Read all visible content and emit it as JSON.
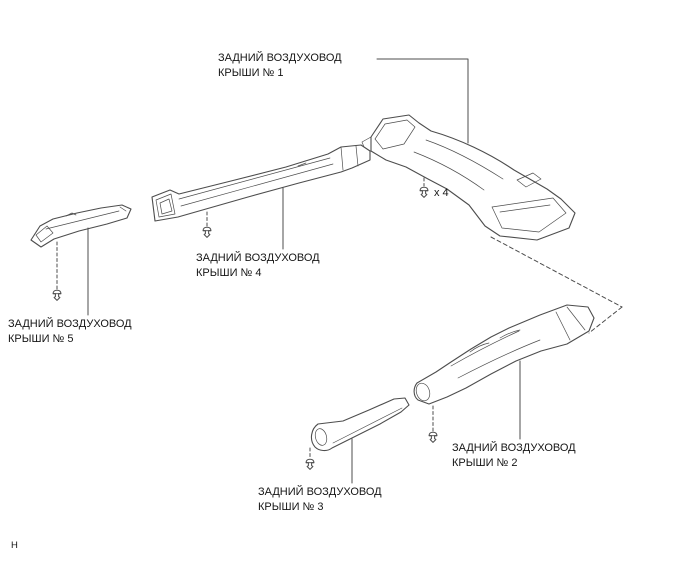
{
  "page": {
    "background": "#ffffff",
    "line_color": "#4d4d4d",
    "text_color": "#161616",
    "footer_mark": "H"
  },
  "icons": {
    "fastener": "push-clip-icon"
  },
  "labels": {
    "duct1": {
      "line1": "ЗАДНИЙ ВОЗДУХОВОД",
      "line2": "КРЫШИ № 1"
    },
    "duct2": {
      "line1": "ЗАДНИЙ ВОЗДУХОВОД",
      "line2": "КРЫШИ № 2"
    },
    "duct3": {
      "line1": "ЗАДНИЙ ВОЗДУХОВОД",
      "line2": "КРЫШИ № 3"
    },
    "duct4": {
      "line1": "ЗАДНИЙ ВОЗДУХОВОД",
      "line2": "КРЫШИ № 4"
    },
    "duct5": {
      "line1": "ЗАДНИЙ ВОЗДУХОВОД",
      "line2": "КРЫШИ № 5"
    },
    "clip_count": "x 4"
  }
}
